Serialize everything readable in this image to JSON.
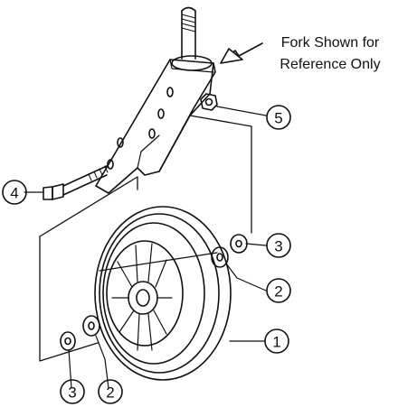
{
  "note": {
    "line1": "Fork Shown for",
    "line2": "Reference Only"
  },
  "callouts": [
    "4",
    "5",
    "3",
    "2",
    "1",
    "3",
    "2"
  ]
}
